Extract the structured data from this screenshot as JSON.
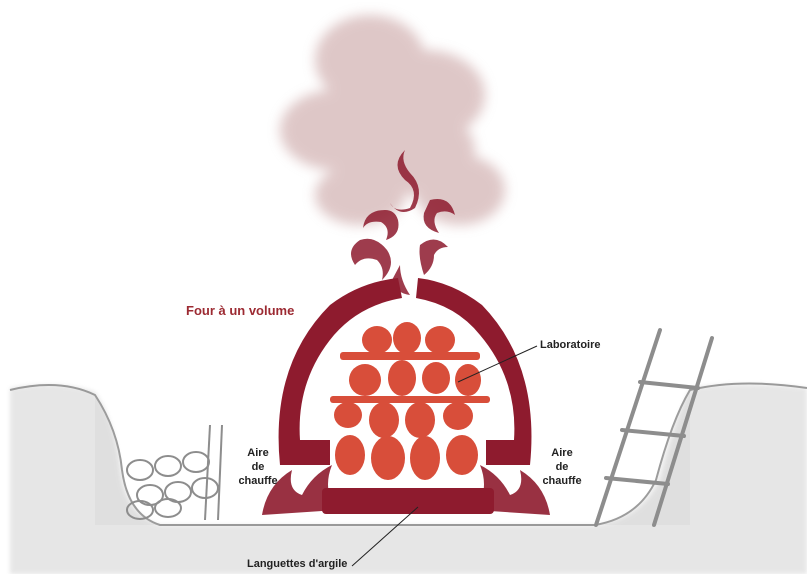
{
  "title": "Four à un volume",
  "labels": {
    "laboratoire": "Laboratoire",
    "aire_left": [
      "Aire",
      "de",
      "chauffe"
    ],
    "aire_right": [
      "Aire",
      "de",
      "chauffe"
    ],
    "languettes": "Languettes d'argile"
  },
  "colors": {
    "kiln": "#8e1b2e",
    "pots": "#d84e3a",
    "smoke": "#c9a3a3",
    "ground": "#b9b9b9",
    "label_accent": "#9c2a32",
    "label_text": "#222222"
  }
}
